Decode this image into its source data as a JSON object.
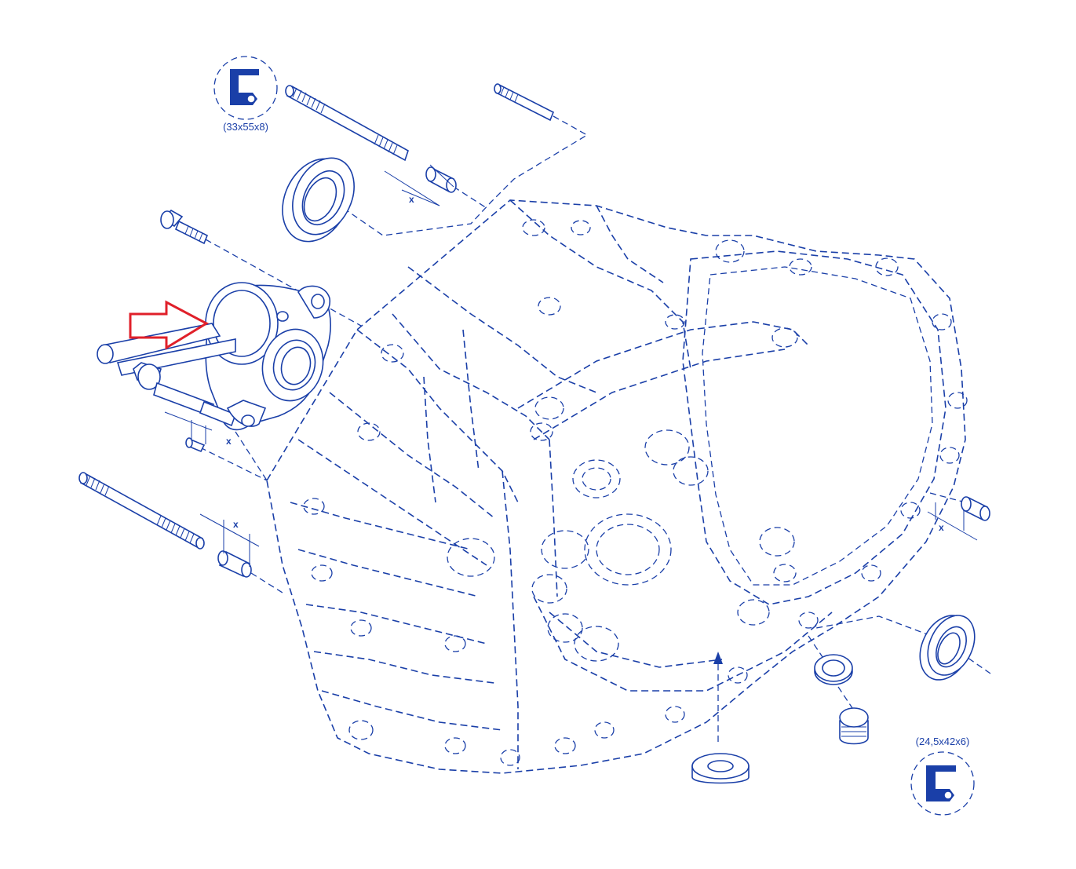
{
  "colors": {
    "ink": "#1a3fa8",
    "highlight_arrow": "#e0202a",
    "background": "#ffffff"
  },
  "labels": {
    "seal_top_size": "(33x55x8)",
    "seal_bottom_size": "(24,5x42x6)",
    "dim_x_top": "x",
    "dim_x_slave": "x",
    "dim_x_left": "x",
    "dim_x_right": "x"
  },
  "icons": {
    "seal_top": "oil-seal-symbol-icon",
    "seal_bottom": "oil-seal-symbol-icon",
    "pointer": "highlight-arrow-icon"
  }
}
